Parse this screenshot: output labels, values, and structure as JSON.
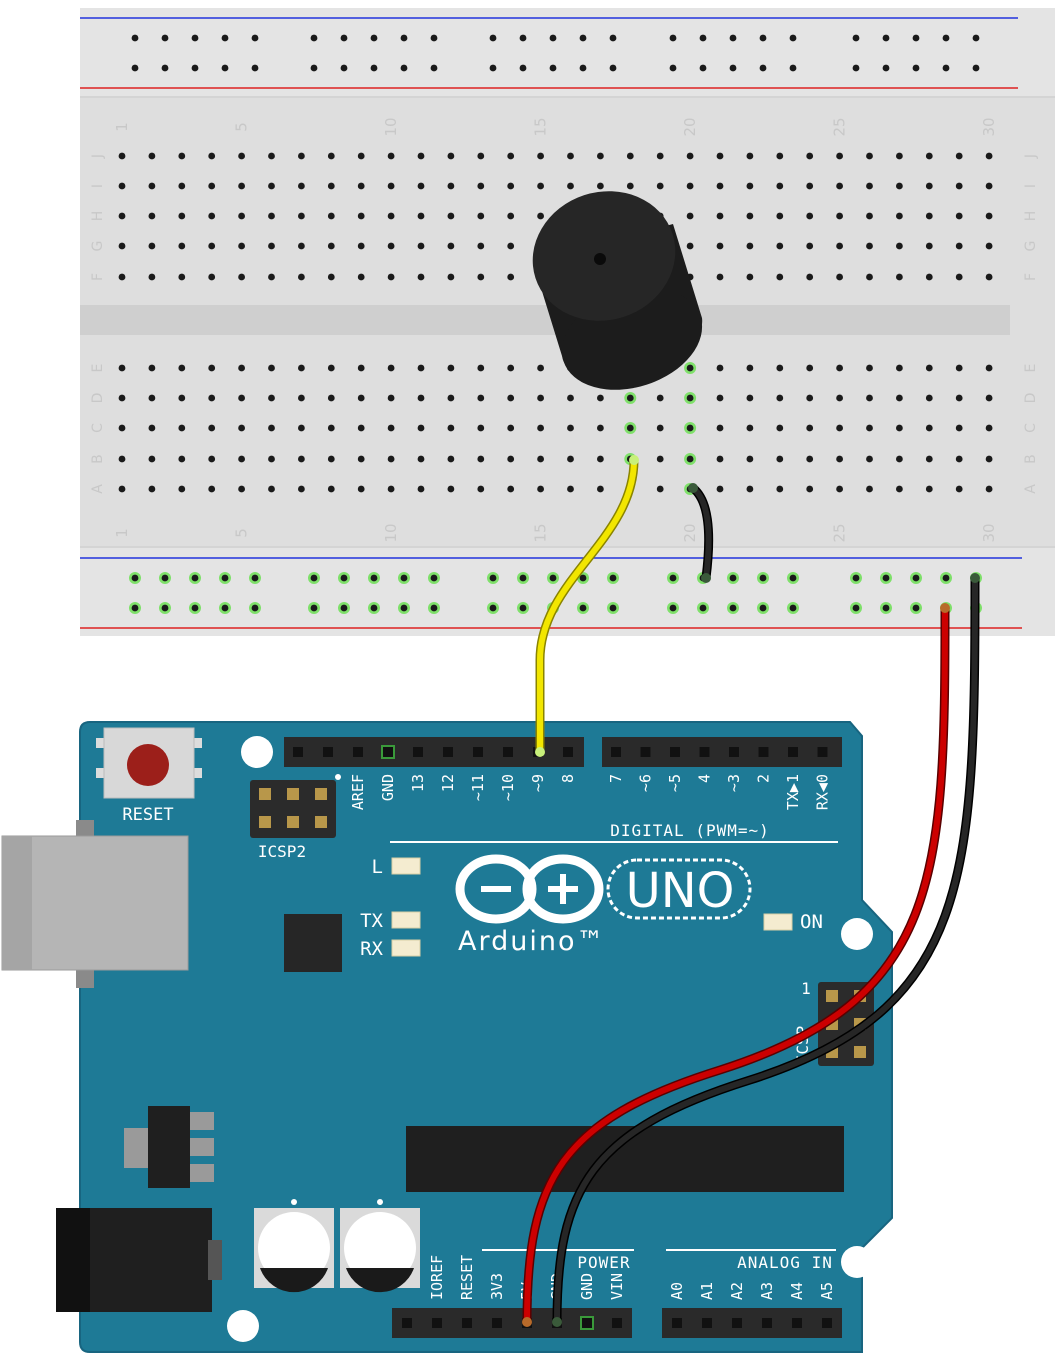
{
  "breadboard": {
    "column_numbers": [
      "1",
      "5",
      "10",
      "15",
      "20",
      "25",
      "30"
    ],
    "row_letters_top": [
      "J",
      "I",
      "H",
      "G",
      "F"
    ],
    "row_letters_bottom": [
      "E",
      "D",
      "C",
      "B",
      "A"
    ]
  },
  "arduino": {
    "reset_label": "RESET",
    "icsp2_label": "ICSP2",
    "icsp_label": "ICSP",
    "icsp_pin1": "1",
    "digital_label": "DIGITAL (PWM=~)",
    "digital_pins": [
      "AREF",
      "GND",
      "13",
      "12",
      "~11",
      "~10",
      "~9",
      "8",
      "7",
      "~6",
      "~5",
      "4",
      "~3",
      "2",
      "TX▶1",
      "RX◀0"
    ],
    "led_l": "L",
    "led_tx": "TX",
    "led_rx": "RX",
    "led_on": "ON",
    "brand": "Arduino™",
    "model": "UNO",
    "power_label": "POWER",
    "analog_label": "ANALOG IN",
    "power_pins": [
      "IOREF",
      "RESET",
      "3V3",
      "5V",
      "GND",
      "GND",
      "VIN"
    ],
    "analog_pins": [
      "A0",
      "A1",
      "A2",
      "A3",
      "A4",
      "A5"
    ]
  },
  "colors": {
    "board_teal": "#1e7a96",
    "breadboard": "#dcdcdc",
    "wire_yellow": "#f2e600",
    "wire_red": "#cc0000",
    "wire_black": "#222222",
    "active_hole": "#7fe06a"
  }
}
